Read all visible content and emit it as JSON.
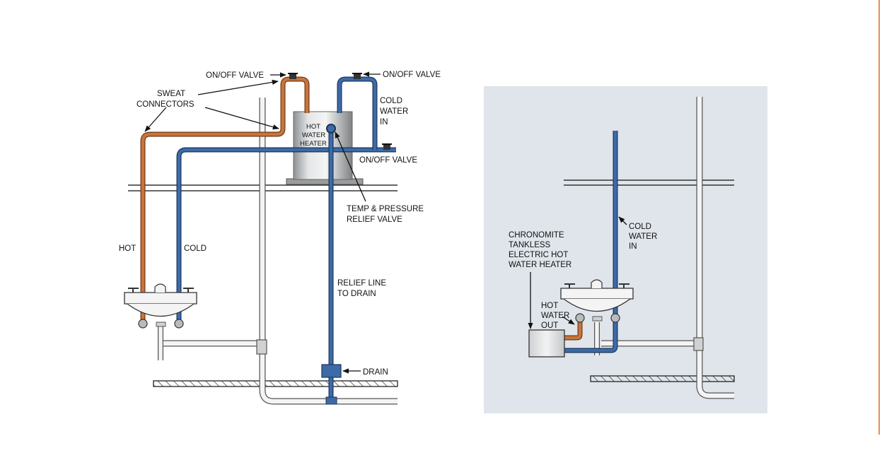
{
  "left_diagram": {
    "labels": {
      "on_off_valve_top_left": "ON/OFF VALVE",
      "on_off_valve_top_right": "ON/OFF VALVE",
      "on_off_valve_right": "ON/OFF VALVE",
      "sweat_line1": "SWEAT",
      "sweat_line2": "CONNECTORS",
      "cold_water_in_1": "COLD",
      "cold_water_in_2": "WATER",
      "cold_water_in_3": "IN",
      "heater_1": "HOT",
      "heater_2": "WATER",
      "heater_3": "HEATER",
      "tp_relief_1": "TEMP & PRESSURE",
      "tp_relief_2": "RELIEF VALVE",
      "hot": "HOT",
      "cold": "COLD",
      "relief_line_1": "RELIEF LINE",
      "relief_line_2": "TO DRAIN",
      "drain": "DRAIN"
    }
  },
  "right_diagram": {
    "labels": {
      "cold_water_in_1": "COLD",
      "cold_water_in_2": "WATER",
      "cold_water_in_3": "IN",
      "chronomite_1": "CHRONOMITE",
      "chronomite_2": "TANKLESS",
      "chronomite_3": "ELECTRIC HOT",
      "chronomite_4": "WATER HEATER",
      "hot_water_out_1": "HOT",
      "hot_water_out_2": "WATER",
      "hot_water_out_3": "OUT"
    }
  },
  "colors": {
    "hot_pipe": "#c8743c",
    "cold_pipe": "#3d6ba8",
    "panel_bg": "#dfe5eb",
    "accent_rule": "#e0925a"
  }
}
